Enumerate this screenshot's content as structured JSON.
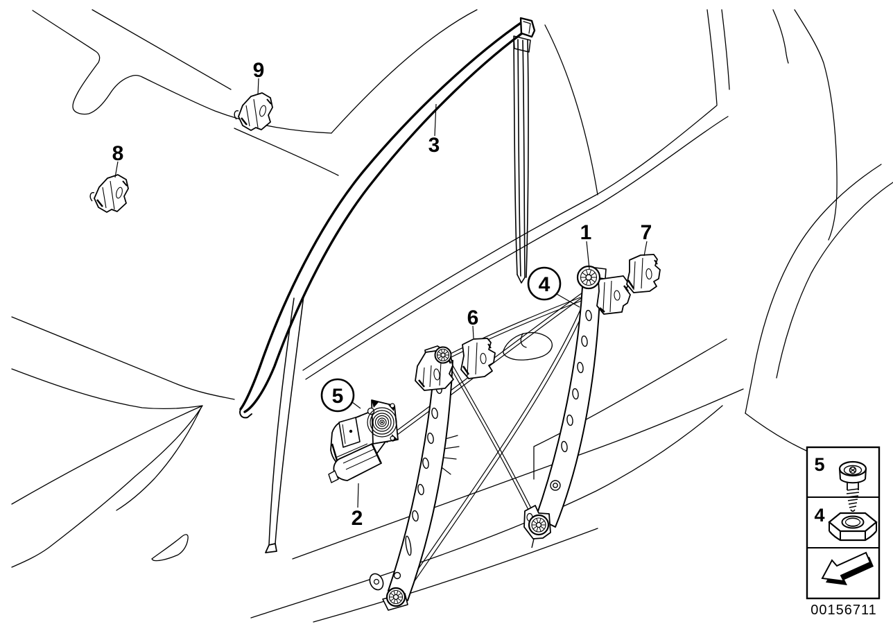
{
  "diagram": {
    "type": "exploded-parts-drawing",
    "subject": "door window lifting mechanism on vehicle side outline",
    "colors": {
      "ink": "#000000",
      "paper": "#ffffff"
    },
    "part_labels": {
      "p1": "1",
      "p2": "2",
      "p3": "3",
      "p6": "6",
      "p7": "7",
      "p8": "8",
      "p9": "9"
    },
    "callouts": {
      "c4": "4",
      "c5": "5"
    },
    "legend": {
      "rows": [
        {
          "label": "5",
          "icon": "shoulder-screw-icon"
        },
        {
          "label": "4",
          "icon": "hex-nut-icon"
        },
        {
          "label": "",
          "icon": "direction-arrow-icon"
        }
      ],
      "part_number": "00156711"
    }
  }
}
